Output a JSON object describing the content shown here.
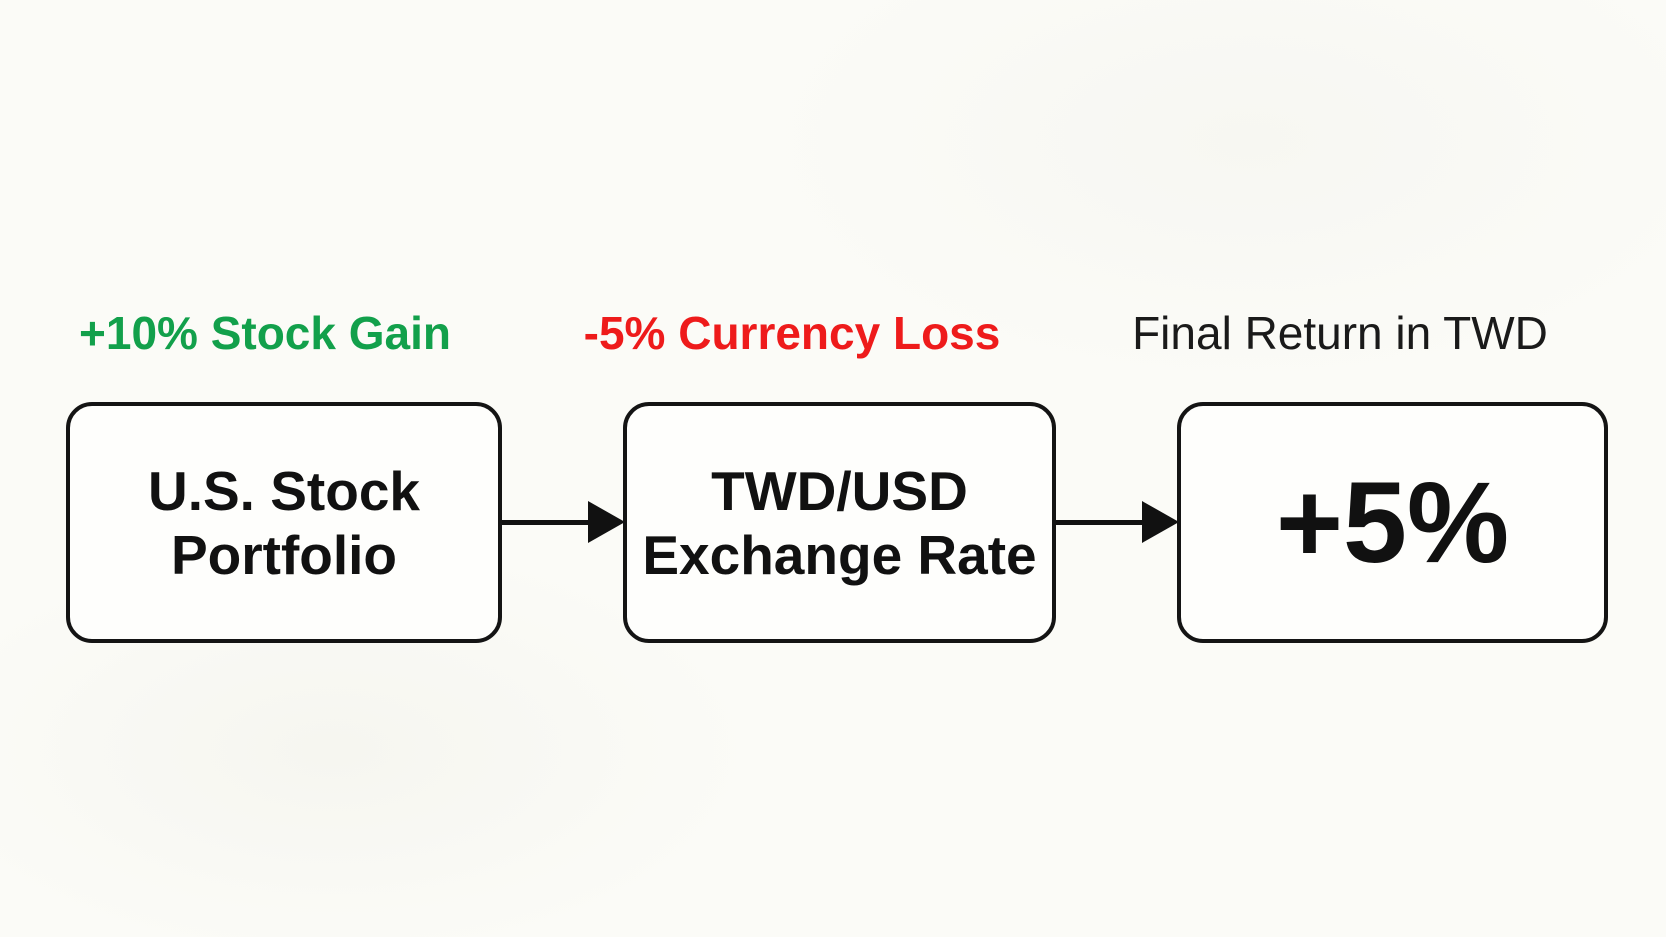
{
  "page": {
    "background_color": "#fbfbf7",
    "ink_color": "#111111"
  },
  "diagram": {
    "type": "flowchart",
    "colors": {
      "gain_green": "#12a04b",
      "loss_red": "#ee1b1b",
      "neutral_black": "#1a1a1a"
    },
    "nodes": [
      {
        "id": "us-stock-portfolio",
        "annotation": "+10% Stock Gain",
        "annotation_color": "#12a04b",
        "title_lines": [
          "U.S. Stock",
          "Portfolio"
        ]
      },
      {
        "id": "twd-usd-exchange-rate",
        "annotation": "-5% Currency Loss",
        "annotation_color": "#ee1b1b",
        "title_lines": [
          "TWD/USD",
          "Exchange Rate"
        ]
      },
      {
        "id": "final-return-twd",
        "annotation": "Final Return in TWD",
        "annotation_color": "#1a1a1a",
        "title_lines": [
          "+5%"
        ]
      }
    ],
    "edges": [
      {
        "from": "us-stock-portfolio",
        "to": "twd-usd-exchange-rate",
        "style": "solid-arrow"
      },
      {
        "from": "twd-usd-exchange-rate",
        "to": "final-return-twd",
        "style": "solid-arrow"
      }
    ]
  }
}
